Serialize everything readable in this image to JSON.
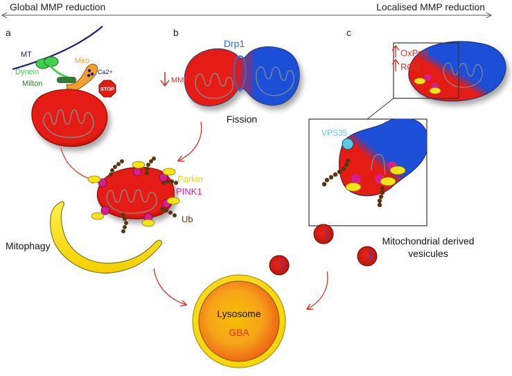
{
  "header": {
    "left": "Global MMP reduction",
    "right": "Localised MMP reduction"
  },
  "panels": {
    "a": {
      "letter": "a",
      "labels": {
        "mt": "MT",
        "dynein": "Dynein",
        "miro": "Miro",
        "ca": "Ca2+",
        "milton": "Milton",
        "stop": "STOP"
      }
    },
    "b": {
      "letter": "b",
      "labels": {
        "drp1": "Drp1",
        "mmp": "MMP",
        "fission": "Fission"
      }
    },
    "c": {
      "letter": "c",
      "labels": {
        "oxprot": "OxProt",
        "ros": "ROS",
        "vps35": "VPS35"
      }
    }
  },
  "center": {
    "parkin": "Parkin",
    "pink1": "PINK1",
    "ub": "Ub"
  },
  "mitophagy": "Mitophagy",
  "mdv": {
    "line1": "Mitochondrial derived",
    "line2": "vesicules"
  },
  "lysosome": {
    "name": "Lysosome",
    "enzyme": "GBA"
  },
  "colors": {
    "mito_red": "#e51c12",
    "mito_blue": "#1d4fd8",
    "parkin_yellow": "#f5e31a",
    "pink1_magenta": "#d61f8c",
    "ub_brown": "#5a3510",
    "arrow_red": "#d6362a",
    "dynein_green": "#3fcf4c",
    "milton_green": "#2e7d32",
    "miro_orange": "#f0a030",
    "vps35_cyan": "#5bc8e8"
  }
}
